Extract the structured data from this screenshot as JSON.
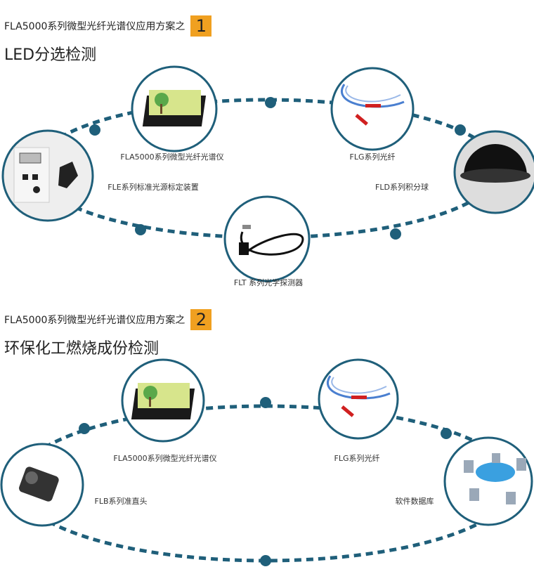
{
  "section1": {
    "header": "FLA5000系列微型光纤光谱仪应用方案之",
    "number": "1",
    "title": "LED分选检测",
    "items": [
      {
        "label": "FLA5000系列微型光纤光谱仪",
        "icon": "spectrometer-icon"
      },
      {
        "label": "FLG系列光纤",
        "icon": "optical-fiber-icon"
      },
      {
        "label": "FLE系列标准光源标定装置",
        "icon": "calibration-light-source-icon"
      },
      {
        "label": "FLD系列积分球",
        "icon": "integrating-sphere-icon"
      },
      {
        "label": "FLT 系列光学探测器",
        "icon": "optical-detector-icon"
      }
    ]
  },
  "section2": {
    "header": "FLA5000系列微型光纤光谱仪应用方案之",
    "number": "2",
    "title": "环保化工燃烧成份检测",
    "items": [
      {
        "label": "FLA5000系列微型光纤光谱仪",
        "icon": "spectrometer-icon"
      },
      {
        "label": "FLG系列光纤",
        "icon": "optical-fiber-icon"
      },
      {
        "label": "FLB系列准直头",
        "icon": "collimator-icon"
      },
      {
        "label": "软件数据库",
        "icon": "database-cloud-icon"
      }
    ]
  },
  "colors": {
    "ring": "#1f5f7a",
    "badge": "#f0a020"
  }
}
